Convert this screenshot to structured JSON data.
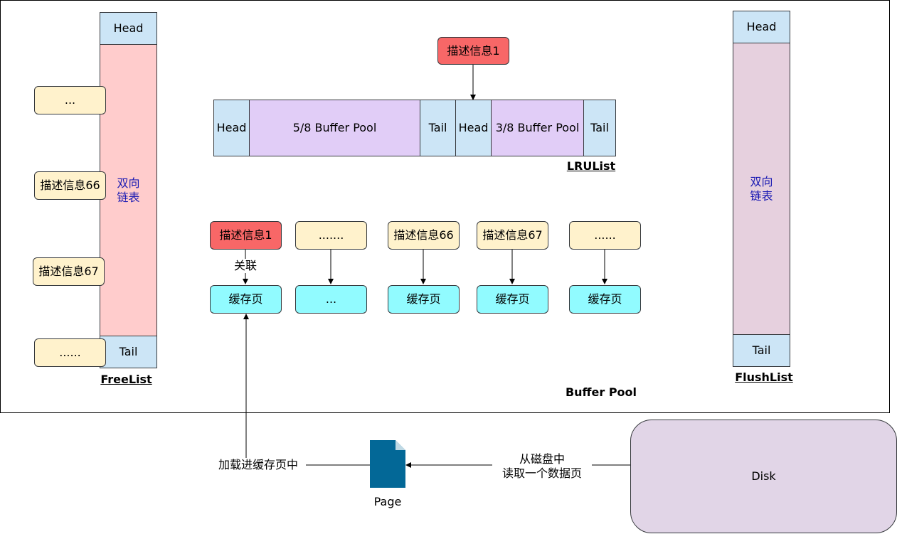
{
  "buffer_pool": {
    "title": "Buffer Pool"
  },
  "free_list": {
    "head": "Head",
    "body": "双向\n链表",
    "tail": "Tail",
    "label": "FreeList",
    "items": [
      "...",
      "描述信息66",
      "描述信息67",
      "......"
    ]
  },
  "flush_list": {
    "head": "Head",
    "body": "双向\n链表",
    "tail": "Tail",
    "label": "FlushList"
  },
  "lru": {
    "marker": "描述信息1",
    "segments": [
      "Head",
      "5/8 Buffer Pool",
      "Tail",
      "Head",
      "3/8 Buffer Pool",
      "Tail"
    ],
    "label": "LRUList"
  },
  "control_blocks": [
    "描述信息1",
    ".......",
    "描述信息66",
    "描述信息67",
    "......"
  ],
  "relation_label": "关联",
  "cache_pages": [
    "缓存页",
    "...",
    "缓存页",
    "缓存页",
    "缓存页"
  ],
  "page": {
    "label": "Page"
  },
  "disk": {
    "label": "Disk"
  },
  "edges": {
    "load_label": "加载进缓存页中",
    "read_label": "从磁盘中\n读取一个数据页"
  },
  "colors": {
    "head_tail": "#cce5f6",
    "free_body": "#ffcccc",
    "flush_body": "#e6d0de",
    "lru_body": "#e1cdf7",
    "control": "#fff2cc",
    "highlight": "#f86767",
    "cache": "#91fbff",
    "disk": "#e1d5e7",
    "page_icon": "#036897"
  }
}
